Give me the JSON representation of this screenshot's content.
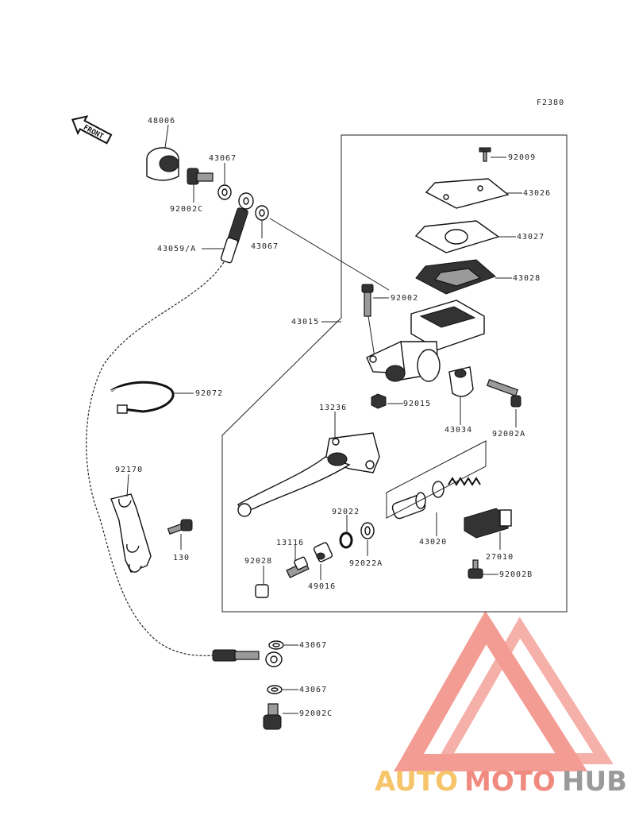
{
  "diagram": {
    "figure_code": "F2380",
    "front_label": "FRONT",
    "parts": {
      "p48006": "48006",
      "p43067_top": "43067",
      "p92002c_top": "92002C",
      "p43059a": "43059/A",
      "p43067_mid": "43067",
      "p92009": "92009",
      "p43026": "43026",
      "p43027": "43027",
      "p43028": "43028",
      "p92002": "92002",
      "p43015": "43015",
      "p92072": "92072",
      "p92015": "92015",
      "p43034": "43034",
      "p92002a": "92002A",
      "p13236": "13236",
      "p92170": "92170",
      "p130": "130",
      "p92022": "92022",
      "p13116": "13116",
      "p92022a": "92022A",
      "p43020": "43020",
      "p27010": "27010",
      "p92028": "92028",
      "p49016": "49016",
      "p92002b": "92002B",
      "p43067_low1": "43067",
      "p43067_low2": "43067",
      "p92002c_low": "92002C"
    }
  },
  "watermark": {
    "brand_auto": "AUTO",
    "brand_moto": "MOTO",
    "brand_hub": "HUB",
    "colors": {
      "auto": "#f6c469",
      "moto": "#f08a7e",
      "hub": "#9a9a9a",
      "logo": "#f28b82"
    }
  }
}
